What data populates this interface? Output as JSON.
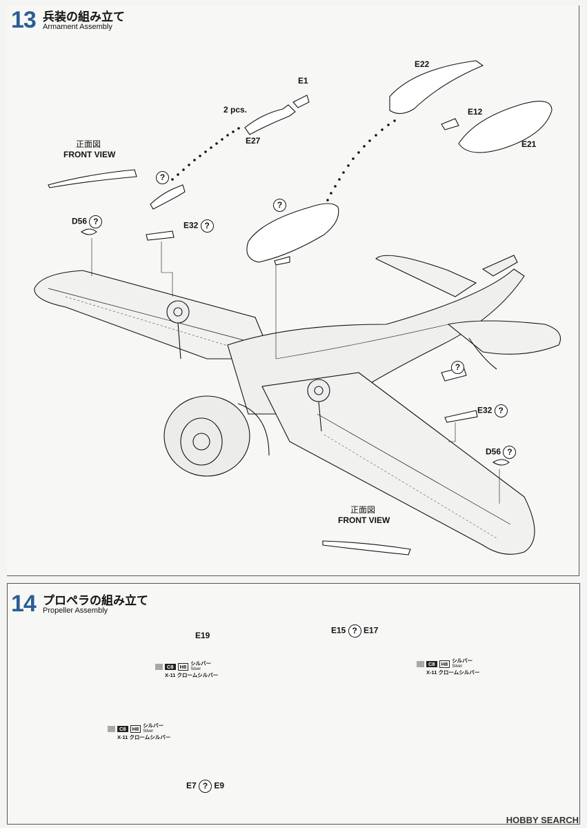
{
  "step13": {
    "number": "13",
    "title_jp": "兵装の組み立て",
    "title_en": "Armament Assembly",
    "labels": {
      "e1": "E1",
      "two_pcs": "2 pcs.",
      "e27": "E27",
      "e22": "E22",
      "e12": "E12",
      "e21": "E21",
      "front_view_jp_1": "正面図",
      "front_view_en_1": "FRONT VIEW",
      "d56_left": "D56",
      "e32_left": "E32",
      "e32_right": "E32",
      "d56_right": "D56",
      "front_view_jp_2": "正面図",
      "front_view_en_2": "FRONT VIEW"
    }
  },
  "step14": {
    "number": "14",
    "title_jp": "プロペラの組み立て",
    "title_en": "Propeller Assembly",
    "labels": {
      "e19": "E19",
      "e15": "E15",
      "e17": "E17",
      "e7": "E7",
      "e9": "E9"
    },
    "paint_callouts": [
      {
        "code_dark": "C8",
        "code_light": "H8",
        "jp": "シルバー",
        "en": "Silver",
        "x11": "X-11 クロームシルバー"
      },
      {
        "code_dark": "C8",
        "code_light": "H8",
        "jp": "シルバー",
        "en": "Silver",
        "x11": "X-11 クロームシルバー"
      },
      {
        "code_dark": "C8",
        "code_light": "H8",
        "jp": "シルバー",
        "en": "Silver",
        "x11": "X-11 クロームシルバー"
      }
    ]
  },
  "unknown_mark": "?",
  "watermark": "HOBBY SEARCH"
}
